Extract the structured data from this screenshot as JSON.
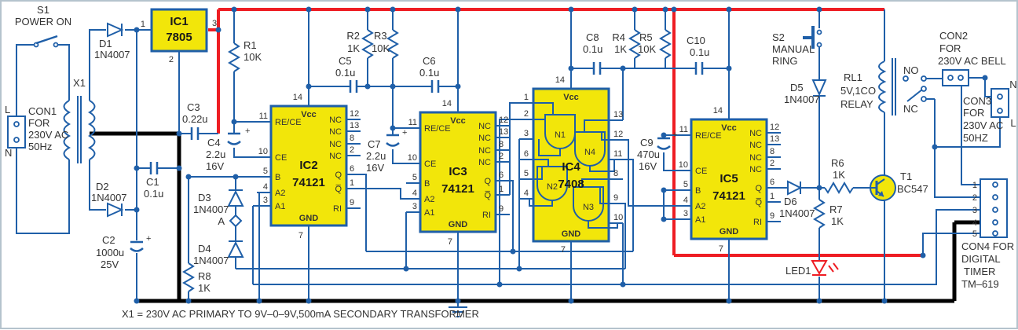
{
  "colors": {
    "wire_blue": "#1f5fa8",
    "power_red": "#ee1d23",
    "ground_black": "#000000",
    "ic_fill": "#f2e60a",
    "label_text": "#333333",
    "background": "#ffffff"
  },
  "note": "X1 = 230V AC PRIMARY TO 9V–0–9V,500mA SECONDARY TRANSFORMER",
  "symbols": {
    "polarity_plus": "+"
  },
  "power_input": {
    "s1": {
      "ref": "S1",
      "label": "POWER ON"
    },
    "con1": {
      "l1": "CON1",
      "l2": "FOR",
      "l3": "230V AC",
      "l4": "50Hz",
      "top": "L",
      "bottom": "N"
    },
    "x1": {
      "ref": "X1"
    }
  },
  "parts": {
    "d1": {
      "ref": "D1",
      "val": "1N4007"
    },
    "d2": {
      "ref": "D2",
      "val": "1N4007"
    },
    "d3": {
      "ref": "D3",
      "val": "1N4007",
      "node": "A"
    },
    "d4": {
      "ref": "D4",
      "val": "1N4007"
    },
    "d5": {
      "ref": "D5",
      "val": "1N4007"
    },
    "d6": {
      "ref": "D6",
      "val": "1N4007"
    },
    "r1": {
      "ref": "R1",
      "val": "10K"
    },
    "r2": {
      "ref": "R2",
      "val": "1K"
    },
    "r3": {
      "ref": "R3",
      "val": "10K"
    },
    "r4": {
      "ref": "R4",
      "val": "1K"
    },
    "r5": {
      "ref": "R5",
      "val": "10K"
    },
    "r6": {
      "ref": "R6",
      "val": "1K"
    },
    "r7": {
      "ref": "R7",
      "val": "1K"
    },
    "r8": {
      "ref": "R8",
      "val": "1K"
    },
    "c1": {
      "ref": "C1",
      "val": "0.1u"
    },
    "c2": {
      "ref": "C2",
      "val": "1000u",
      "volt": "25V"
    },
    "c3": {
      "ref": "C3",
      "val": "0.22u"
    },
    "c4": {
      "ref": "C4",
      "val": "2.2u",
      "volt": "16V"
    },
    "c5": {
      "ref": "C5",
      "val": "0.1u"
    },
    "c6": {
      "ref": "C6",
      "val": "0.1u"
    },
    "c7": {
      "ref": "C7",
      "val": "2.2u",
      "volt": "16V"
    },
    "c8": {
      "ref": "C8",
      "val": "0.1u"
    },
    "c9": {
      "ref": "C9",
      "val": "470u",
      "volt": "16V"
    },
    "c10": {
      "ref": "C10",
      "val": "0.1u"
    },
    "t1": {
      "ref": "T1",
      "val": "BC547"
    },
    "led1": {
      "ref": "LED1"
    }
  },
  "ic1": {
    "ref": "IC1",
    "part": "7805",
    "pin_in": "1",
    "pin_gnd": "2",
    "pin_out": "3"
  },
  "ic2": {
    "ref": "IC2",
    "part": "74121"
  },
  "ic3": {
    "ref": "IC3",
    "part": "74121"
  },
  "ic5": {
    "ref": "IC5",
    "part": "74121"
  },
  "p74121": {
    "vcc": "Vcc",
    "vcc_pin": "14",
    "gnd": "GND",
    "gnd_pin": "7",
    "left": [
      {
        "p": "11",
        "n": "RE/CE"
      },
      {
        "p": "10",
        "n": "CE"
      },
      {
        "p": "5",
        "n": "B"
      },
      {
        "p": "4",
        "n": "A2"
      },
      {
        "p": "3",
        "n": "A1"
      }
    ],
    "right": [
      {
        "n": "NC",
        "p": "12"
      },
      {
        "n": "NC",
        "p": "13"
      },
      {
        "n": "NC",
        "p": "8"
      },
      {
        "n": "NC",
        "p": "2"
      },
      {
        "n": "Q",
        "p": "6"
      },
      {
        "n": "Q̅",
        "p": "1"
      },
      {
        "n": "RI",
        "p": "9"
      }
    ]
  },
  "ic4": {
    "ref": "IC4",
    "part": "7408",
    "vcc": "Vcc",
    "vcc_pin": "14",
    "gnd": "GND",
    "gnd_pin": "7",
    "gates": [
      "N1",
      "N2",
      "N3",
      "N4"
    ],
    "left_pins": [
      "1",
      "2",
      "3",
      "6",
      "5",
      "4"
    ],
    "right_pins": [
      "13",
      "12",
      "11",
      "8",
      "9",
      "10"
    ]
  },
  "s2": {
    "ref": "S2",
    "l1": "MANUAL",
    "l2": "RING"
  },
  "relay": {
    "ref": "RL1",
    "l2": "5V,1CO",
    "l3": "RELAY",
    "no": "NO",
    "nc": "NC"
  },
  "con2": {
    "l1": "CON2",
    "l2": "FOR",
    "l3": "230V AC BELL"
  },
  "con3": {
    "l1": "CON3",
    "l2": "FOR",
    "l3": "230V AC",
    "l4": "50HZ",
    "top": "N",
    "bottom": "L"
  },
  "con4": {
    "pins": [
      "1",
      "2",
      "3",
      "4",
      "5"
    ],
    "l1": "CON4 FOR",
    "l2": "DIGITAL",
    "l3": "TIMER",
    "l4": "TM–619"
  }
}
